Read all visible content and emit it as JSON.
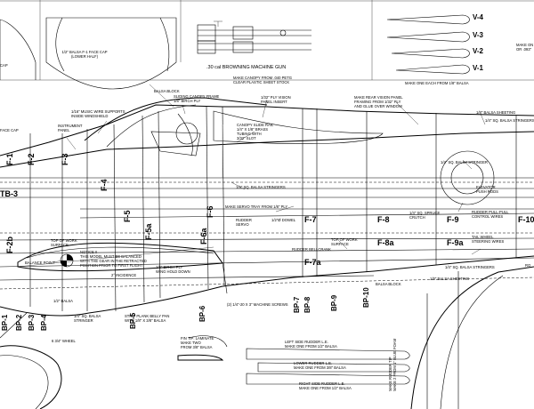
{
  "canopy_frame_labels": {
    "face_cap_lower": "1/2\" BALSA F-1 FACE CAP\n(LOWER HALF)",
    "cap": "CAP",
    "face_cap": "FACE CAP",
    "mg_title": ".30 cal BROWNING MACHINE GUN",
    "make_canopy": "MAKE CANOPY FROM .040 PETG\nCLEAR PLASTIC SHEET STOCK",
    "balsa_block": "BALSA BLOCK",
    "sliding_canopy_frame": "SLIDING CANOPY FRAME\n1/8\" BIRCH PLY",
    "music_wire": "1/16\" MUSIC WIRE SUPPORTS\nINSIDE WINDSHIELD",
    "instrument_panel": "INSTRUMENT\nPANEL",
    "ply_vision": "1/32\" PLY VISION\nPANEL INSERT",
    "canopy_slide_rail": "CANOPY SLIDE RAIL\n1/4\" X 1/8\" BRASS\nTUBING WITH\n3/32\" SLOT",
    "rear_vision": "MAKE REAR VISION PANEL\nFRAMING FROM 1/32\" PLY\nAND GLUE OVER WINDOW",
    "balsa_sheeting": "1/8\" BALSA SHEETING",
    "sq_stringers": "1/4\" SQ. BALSA STRINGERS",
    "sq_stringer_right": "1/4\" SQ. BALSA STRINGER",
    "sq_stringers_mid": "1/4\" SQ. BALSA STRINGERS",
    "elevator_push": "ELEVATOR\nPUSH RODS",
    "servo_tray": "MAKE SERVO TRAY FROM 1/8\" PLY",
    "rudder_servo": "RUDDER\nSERVO",
    "dowel": "1/2\"Ø DOWEL",
    "spruce_crutch": "1/4\" SQ. SPRUCE\nCRUTCH",
    "rudder_pull": "RUDDER PULL-PULL\nCONTROL WIRES",
    "tail_wheel": "TAIL WHEEL\nSTEERING WIRES",
    "top_work_left": "TOP OF WORK\nSURFACE",
    "top_work_mid": "TOP OF WORK\nSURFACE",
    "rudder_bellcrank": "RUDDER BELLCRANK",
    "notice": "NOTICE !!\nTHIS MODEL MUST BE BALANCED\nWITH THE GEAR IN THE RETRACTED\nPOSITION PRIOR TO FIRST FLIGHT",
    "balance_point": "BALANCE POINT",
    "incidence": "2° INCIDENCE",
    "birch_ply_hold": "1/8\" BIRCH PLY\nWING HOLD DOWN",
    "balsa_half": "1/2\" BALSA",
    "sq_stringer_low": "1/4\" SQ. BALSA\nSTRINGER",
    "strip_plank": "STRIP PLANK BELLY PAN\nWITH 1/8\" X 3/8\" BALSA",
    "machine_screws": "(2) 1/4\"-20 X 3\" MACHINE SCREWS",
    "balsa_block_right": "BALSA BLOCK",
    "balsa_sheeting_right": "1/8\" BALSA SHEETING",
    "sq_stringers_right2": "1/4\" SQ. BALSA STRINGERS",
    "wheel": "6 3/4\" WHEEL",
    "fin_tip": "FIN TIP: LAMINATE\nMAKE TWO\nFROM 3/8\" BALSA",
    "left_rudder": "LEFT SIDE RUDDER L.E.\nMAKE ONE FROM 1/2\" BALSA",
    "lower_rudder": "LOWER RUDDER L.E.\nMAKE ONE FROM 3/8\" BALSA",
    "right_rudder": "RIGHT SIDE RUDDER L.E.\nMAKE ONE FROM 1/2\" BALSA",
    "rudder_tip": "MAKE RUDDER TIP\nMAKE 2 FROM 1\" BLUE FOAM",
    "vents_note": "MAKE ONE EACH FROM 1/8\" BALSA",
    "make_one_or": "MAKE ON\nOR .093\"",
    "ro": "RO"
  },
  "formers": {
    "v_parts": [
      "V-4",
      "V-3",
      "V-2",
      "V-1"
    ],
    "f_labels": [
      "F-1",
      "F-2",
      "F-3",
      "F-4",
      "F-5",
      "F-5a",
      "F-6",
      "F-6a",
      "F-7",
      "F-7a",
      "F-8",
      "F-8a",
      "F-9",
      "F-9a",
      "F-10"
    ],
    "tb": "TB-3",
    "f2b": "F-2b",
    "bp_labels": [
      "BP-1",
      "BP-2",
      "BP-3",
      "BP-4",
      "BP-5",
      "BP-6",
      "BP-7",
      "BP-8",
      "BP-9",
      "BP-10"
    ]
  }
}
